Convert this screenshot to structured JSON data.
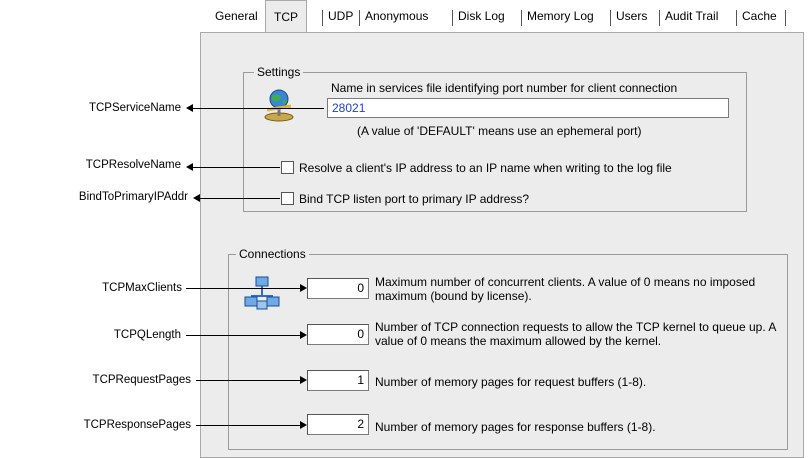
{
  "tabs": [
    {
      "label": "General"
    },
    {
      "label": "TCP",
      "selected": true
    },
    {
      "label": "UDP"
    },
    {
      "label": "Anonymous"
    },
    {
      "label": "Disk Log"
    },
    {
      "label": "Memory Log"
    },
    {
      "label": "Users"
    },
    {
      "label": "Audit Trail"
    },
    {
      "label": "Cache"
    }
  ],
  "settings": {
    "legend": "Settings",
    "service_name_label": "Name in services file identifying port number for client connection",
    "service_name_value": "28021",
    "default_note": "(A value of 'DEFAULT' means use an ephemeral port)",
    "resolve_name_label": "Resolve a client's IP address to an IP name when writing to the log file",
    "resolve_name_checked": false,
    "bind_primary_label": "Bind TCP listen port to primary IP address?",
    "bind_primary_checked": false,
    "icon": "network-globe-icon"
  },
  "connections": {
    "legend": "Connections",
    "icon": "network-computers-icon",
    "max_clients_value": "0",
    "max_clients_desc": "Maximum number of concurrent clients.  A value of 0 means no imposed maximum (bound by license).",
    "q_length_value": "0",
    "q_length_desc": "Number of TCP connection requests to allow the TCP kernel to queue up.  A value of 0 means the maximum allowed by the kernel.",
    "request_pages_value": "1",
    "request_pages_desc": "Number of memory pages for request buffers (1-8).",
    "response_pages_value": "2",
    "response_pages_desc": "Number of memory pages for response buffers (1-8)."
  },
  "callouts": {
    "tcp_service_name": "TCPServiceName",
    "tcp_resolve_name": "TCPResolveName",
    "bind_to_primary": "BindToPrimaryIPAddr",
    "tcp_max_clients": "TCPMaxClients",
    "tcp_q_length": "TCPQLength",
    "tcp_request_pages": "TCPRequestPages",
    "tcp_response_pages": "TCPResponsePages"
  }
}
